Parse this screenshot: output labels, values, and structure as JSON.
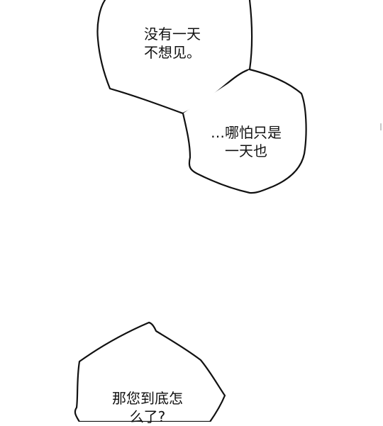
{
  "panel": {
    "background": "#ffffff",
    "bubbles": [
      {
        "id": "bubble-1",
        "lines": [
          "没有一天",
          "不想见。"
        ]
      },
      {
        "id": "bubble-2",
        "lines": [
          "…哪怕只是",
          "一天也"
        ]
      },
      {
        "id": "bubble-3",
        "lines": [
          "那您到底怎",
          "么了?"
        ]
      }
    ]
  }
}
